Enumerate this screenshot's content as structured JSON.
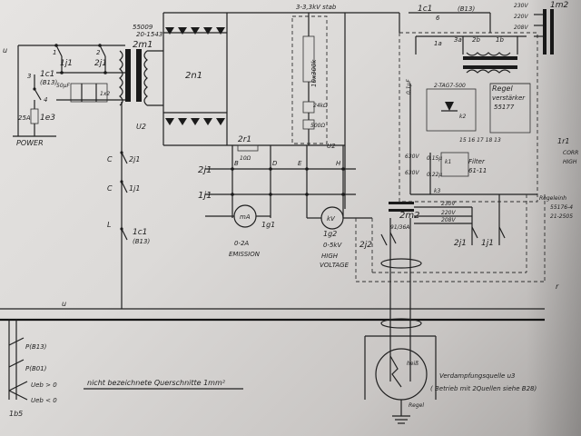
{
  "labels": {
    "supply_top": "3-3,3kV stab",
    "u_left": "u",
    "sw_1c1": "1c1",
    "sw_1c1_ref": "(B13)",
    "p3_label": "3",
    "p4_label": "4",
    "p1": "1",
    "p2": "2",
    "j1_top": "1j1",
    "j2_top": "2j1",
    "cap_50uf": "50µF",
    "cap_1x2": "1x2",
    "fuse_rating": "25A",
    "fuse_label": "1e3",
    "power": "POWER",
    "transformer_part": "55009",
    "transformer_part2": "20-1543",
    "transformer_label": "2m1",
    "rect_label": "2n1",
    "u2_left": "U2",
    "res_10x300k": "10x300k",
    "res_24k": "24kΩ",
    "res_500": "500Ω",
    "u2_right": "U2",
    "res_2r1": "2r1",
    "res_10": "10Ω",
    "col_b": "B",
    "col_d": "D",
    "col_e": "E",
    "col_h": "H",
    "row_2j1": "2j1",
    "row_1j1": "1j1",
    "meter_ma": "mA",
    "meter_kv": "kV",
    "meter_1g1": "1g1",
    "meter_1g2": "1g2",
    "range_ma": "0-2A",
    "emission": "EMISSION",
    "range_kv": "0-5kV",
    "high": "HIGH",
    "voltage": "VOLTAGE",
    "c_label": "C",
    "c_label2": "C",
    "l_label": "L",
    "sw_2j1": "2j1",
    "sw_1j1": "1j1",
    "sw_1c1_b": "1c1",
    "sw_1c1_b_ref": "(B13)",
    "bus_u": "u",
    "top_1c1": "1c1",
    "top_b13": "(B13)",
    "top_6": "6",
    "top_1a": "1a",
    "top_3a": "3a",
    "top_2b": "2b",
    "top_1b": "1b",
    "tube": "2-TAG7-500",
    "cap_01": "0,1µF",
    "k2": "k2",
    "regel": "Regel",
    "verstarker": "verstärker",
    "regel_part": "55177",
    "terminals": "15  16  17  18  13",
    "res_630v_1": "630V",
    "cap_015": "0,15µ",
    "res_630v_2": "630V",
    "cap_022": "0,22µ",
    "filter": "Filter",
    "filter_part": "61-11",
    "k1": "k1",
    "k3": "k3",
    "v230": "230V",
    "v220": "220V",
    "v208": "208V",
    "tr_2m2": "2m2",
    "tr_2m2_part": "91/36A",
    "sw_2j2": "2j2",
    "sw_2j1b": "2j1",
    "sw_1j1b": "1j1",
    "tr_right_230": "230V",
    "tr_right_220": "220V",
    "tr_right_208": "208V",
    "tr_1m2": "1m2",
    "right_1r1": "1r1",
    "right_corr": "CORR",
    "right_high": "HIGH",
    "regeleinheit": "Regeleinh",
    "regel_part2": "55176-4",
    "regel_part3": "21-2505",
    "bus_r": "r",
    "p_b13": "P(B13)",
    "p_b01": "P(B01)",
    "ueb_gt0": "Ueb > 0",
    "ueb_lt0": "Ueb < 0",
    "ref_1b5": "1b5",
    "cross_section_note": "nicht bezeichnete Querschnitte 1mm²",
    "source_title": "Verdampfungsquelle u3",
    "source_note": "( Betrieb mit 2Quellen siehe B28)",
    "source_hot": "heiß",
    "source_regel": "Regel"
  }
}
